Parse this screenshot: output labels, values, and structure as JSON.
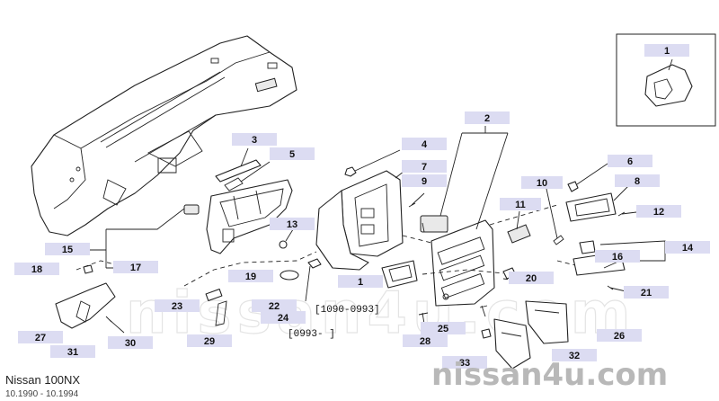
{
  "diagram": {
    "label_fill": "#dcdcf2",
    "callouts": [
      {
        "id": "c1",
        "text": "1"
      },
      {
        "id": "c2",
        "text": "2"
      },
      {
        "id": "c3",
        "text": "3"
      },
      {
        "id": "c4",
        "text": "4"
      },
      {
        "id": "c5",
        "text": "5"
      },
      {
        "id": "c6",
        "text": "6"
      },
      {
        "id": "c7",
        "text": "7"
      },
      {
        "id": "c8",
        "text": "8"
      },
      {
        "id": "c9",
        "text": "9"
      },
      {
        "id": "c10",
        "text": "10"
      },
      {
        "id": "c11",
        "text": "11"
      },
      {
        "id": "c12",
        "text": "12"
      },
      {
        "id": "c13",
        "text": "13"
      },
      {
        "id": "c14",
        "text": "14"
      },
      {
        "id": "c15",
        "text": "15"
      },
      {
        "id": "c16",
        "text": "16"
      },
      {
        "id": "c17",
        "text": "17"
      },
      {
        "id": "c18",
        "text": "18"
      },
      {
        "id": "c19",
        "text": "19"
      },
      {
        "id": "c1b",
        "text": "1"
      },
      {
        "id": "c20",
        "text": "20"
      },
      {
        "id": "c21",
        "text": "21"
      },
      {
        "id": "c22",
        "text": "22"
      },
      {
        "id": "c23",
        "text": "23"
      },
      {
        "id": "c24",
        "text": "24"
      },
      {
        "id": "c25",
        "text": "25"
      },
      {
        "id": "c26",
        "text": "26"
      },
      {
        "id": "c27",
        "text": "27"
      },
      {
        "id": "c28",
        "text": "28"
      },
      {
        "id": "c29",
        "text": "29"
      },
      {
        "id": "c30",
        "text": "30"
      },
      {
        "id": "c31",
        "text": "31"
      },
      {
        "id": "c32",
        "text": "32"
      },
      {
        "id": "c33",
        "text": "33"
      }
    ],
    "date_ranges": {
      "range_a": "[1090-0993]",
      "range_b": "[0993-      ]"
    }
  },
  "footer": {
    "model": "Nissan 100NX",
    "dates": "10.1990 - 10.1994",
    "site": "nissan4u.com"
  }
}
